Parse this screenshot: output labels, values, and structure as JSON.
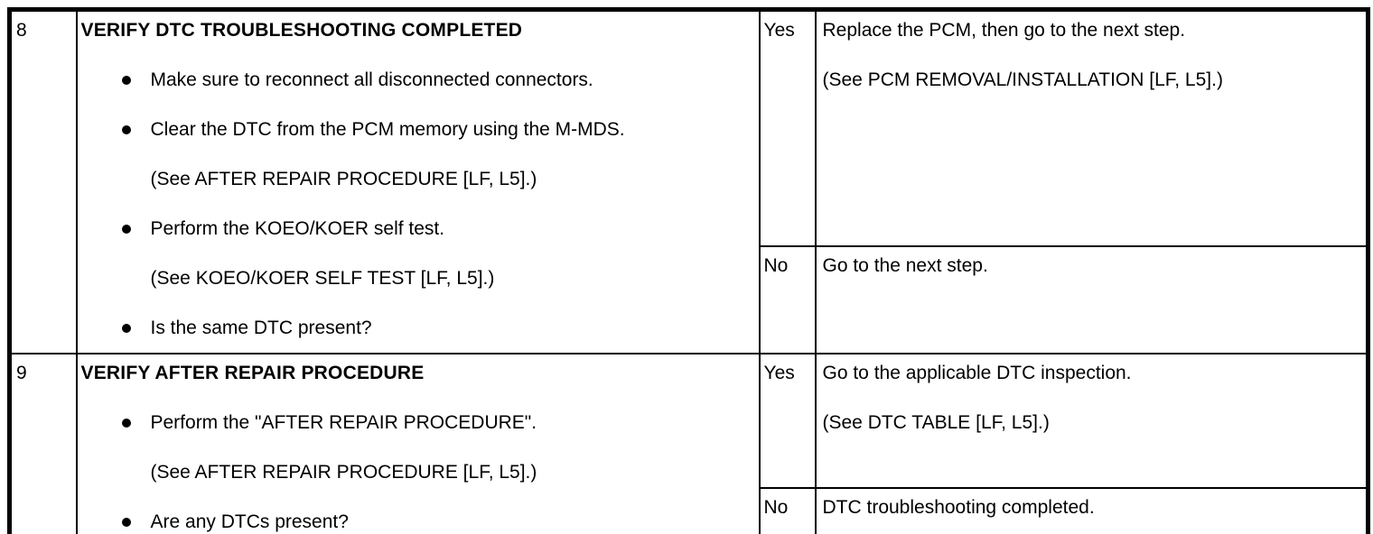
{
  "colors": {
    "ink": "#000000",
    "paper": "#ffffff"
  },
  "table": {
    "steps": [
      {
        "step": "8",
        "title": "VERIFY DTC TROUBLESHOOTING COMPLETED",
        "items": [
          {
            "type": "bullet",
            "text": "Make sure to reconnect all disconnected connectors."
          },
          {
            "type": "bullet",
            "text": "Clear the DTC from the PCM memory using the M-MDS."
          },
          {
            "type": "ref",
            "text": "(See AFTER REPAIR PROCEDURE [LF, L5].)"
          },
          {
            "type": "bullet",
            "text": "Perform the KOEO/KOER self test."
          },
          {
            "type": "ref",
            "text": "(See KOEO/KOER SELF TEST [LF, L5].)"
          },
          {
            "type": "bullet",
            "text": "Is the same DTC present?"
          }
        ],
        "yes_label": "Yes",
        "yes_lines": [
          "Replace the PCM, then go to the next step.",
          "(See PCM REMOVAL/INSTALLATION [LF, L5].)"
        ],
        "no_label": "No",
        "no_lines": [
          "Go to the next step."
        ]
      },
      {
        "step": "9",
        "title": "VERIFY AFTER REPAIR PROCEDURE",
        "items": [
          {
            "type": "bullet",
            "text": "Perform the \"AFTER REPAIR PROCEDURE\"."
          },
          {
            "type": "ref",
            "text": "(See AFTER REPAIR PROCEDURE [LF, L5].)"
          },
          {
            "type": "bullet",
            "text": "Are any DTCs present?"
          }
        ],
        "yes_label": "Yes",
        "yes_lines": [
          "Go to the applicable DTC inspection.",
          "(See DTC TABLE [LF, L5].)"
        ],
        "no_label": "No",
        "no_lines": [
          "DTC troubleshooting completed."
        ]
      }
    ]
  }
}
